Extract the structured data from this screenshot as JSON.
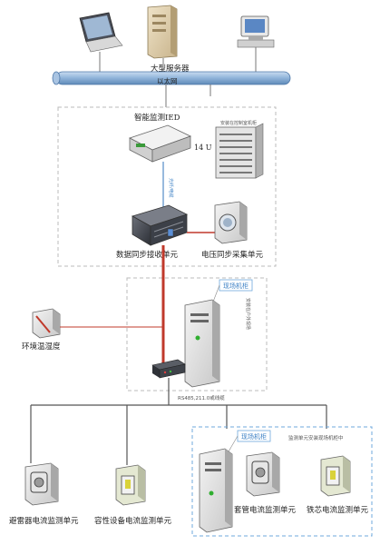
{
  "labels": {
    "server": "大型服务器",
    "ethernet": "以太网",
    "ied": "智能监测IED",
    "cabinet_top": "安装在控制室机柜",
    "u14": "14 U",
    "optical": "光纤/电缆",
    "sync_receiver": "数据同步接收单元",
    "voltage_unit": "电压同步采集单元",
    "field_cabinet_1": "现场机柜",
    "outdoor_cabinet_note": "安装在户外现场",
    "env_sensor": "环境温湿度",
    "bus_line": "RS485,211.0或线缆",
    "field_cabinet_2": "现场机柜",
    "install_note": "监测单元安装现场机柜中",
    "arrester_unit": "避雷器电流监测单元",
    "capacitive_unit": "容性设备电流监测单元",
    "bushing_unit": "套管电流监测单元",
    "core_unit": "铁芯电流监测单元"
  },
  "colors": {
    "bus_blue": "#8fb3d9",
    "red_line": "#c0392b",
    "dashed_border": "#bbbbbb",
    "blue_dashed_border": "#6fa8dc",
    "cabinet_label_border": "#6fa8dc"
  },
  "icons": [
    "laptop-icon",
    "server-tower-icon",
    "desktop-pc-icon",
    "ied-device-icon",
    "rack-cabinet-icon",
    "sync-receiver-icon",
    "voltage-unit-icon",
    "field-cabinet-icon",
    "temp-sensor-icon",
    "converter-icon",
    "arrester-unit-icon",
    "capacitive-unit-icon",
    "bushing-unit-icon",
    "core-unit-icon"
  ]
}
